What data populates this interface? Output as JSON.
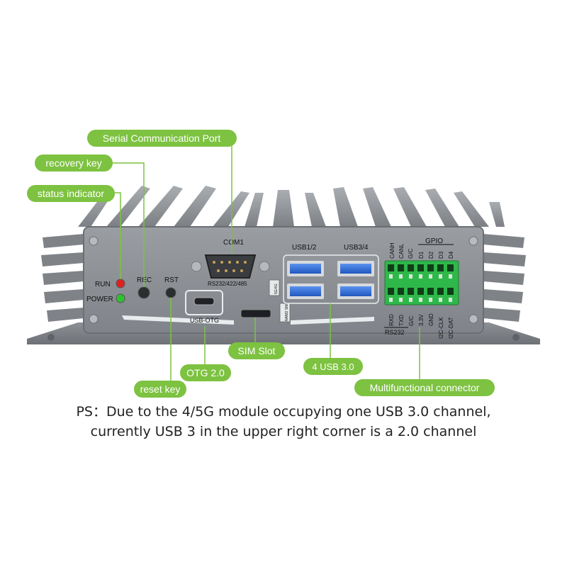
{
  "callouts": {
    "serial_port": "Serial Communication Port",
    "recovery_key": "recovery key",
    "status_indicator": "status indicator",
    "sim_slot": "SIM Slot",
    "otg": "OTG 2.0",
    "usb3": "4 USB 3.0",
    "reset_key": "reset key",
    "multifunctional": "Multifunctional connector"
  },
  "panel_labels": {
    "com1": "COM1",
    "rs_modes": "RS232/422/485",
    "run": "RUN",
    "power": "POWER",
    "rec": "REC",
    "rst": "RST",
    "usb_otg": "USB-OTG",
    "usb12": "USB1/2",
    "usb34": "USB3/4",
    "gpio": "GPIO",
    "rs232": "RS232",
    "top_pins": [
      "CANH",
      "CANL",
      "G/C",
      "D1",
      "D2",
      "D3",
      "D4"
    ],
    "bottom_pins": [
      "RXD",
      "TXD",
      "G/C",
      "3.3V",
      "GND",
      "I2C-CLK",
      "I2C-DAT"
    ],
    "sim_tag_top": "5G/4G",
    "sim_tag_bottom": "NANO SIM"
  },
  "note": {
    "line1": "PS：Due to the 4/5G module occupying one USB 3.0 channel,",
    "line2": "currently USB 3 in the upper right corner is a 2.0 channel"
  },
  "colors": {
    "accent_green": "#7dc241",
    "led_red": "#e02020",
    "led_green": "#2fc12f",
    "usb_blue": "#2f6fd6",
    "terminal_green": "#2fb84a",
    "chassis": "#8e9296"
  }
}
